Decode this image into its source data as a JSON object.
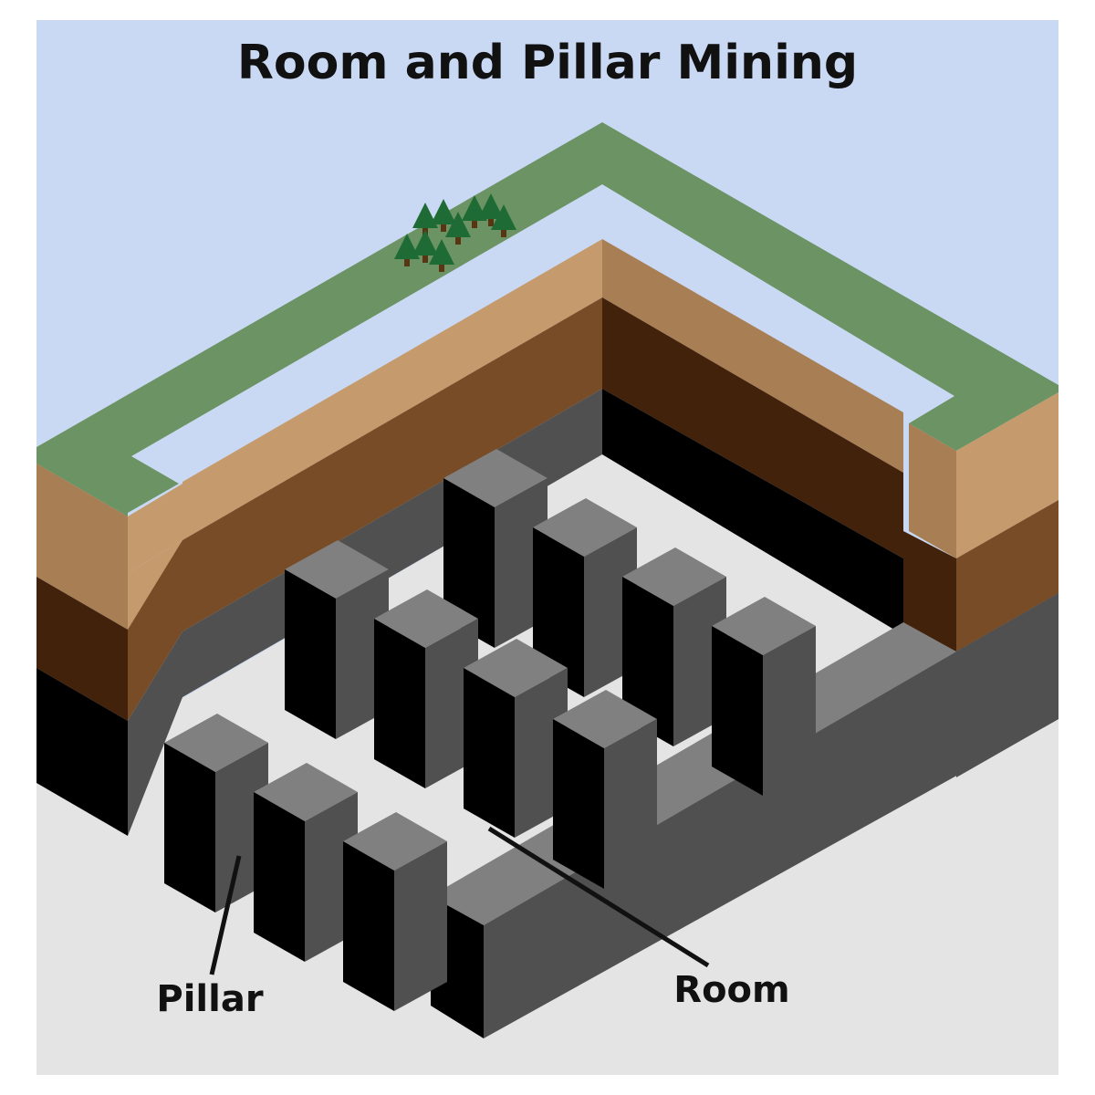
{
  "diagram": {
    "title": "Room and Pillar Mining",
    "labels": {
      "pillar": "Pillar",
      "room": "Room"
    }
  },
  "colors": {
    "sky": "#cad9f3",
    "ground_floor": "#e4e4e4",
    "grass": "#6b9363",
    "soil_light": "#c59b6d",
    "soil_light_shade": "#a87f55",
    "soil_dark": "#774c26",
    "soil_dark_shade": "#42220b",
    "rock_face_left": "#000000",
    "rock_face_right": "#505050",
    "rock_top": "#808080",
    "tree_green": "#1f6b35",
    "tree_trunk": "#5a3514"
  }
}
